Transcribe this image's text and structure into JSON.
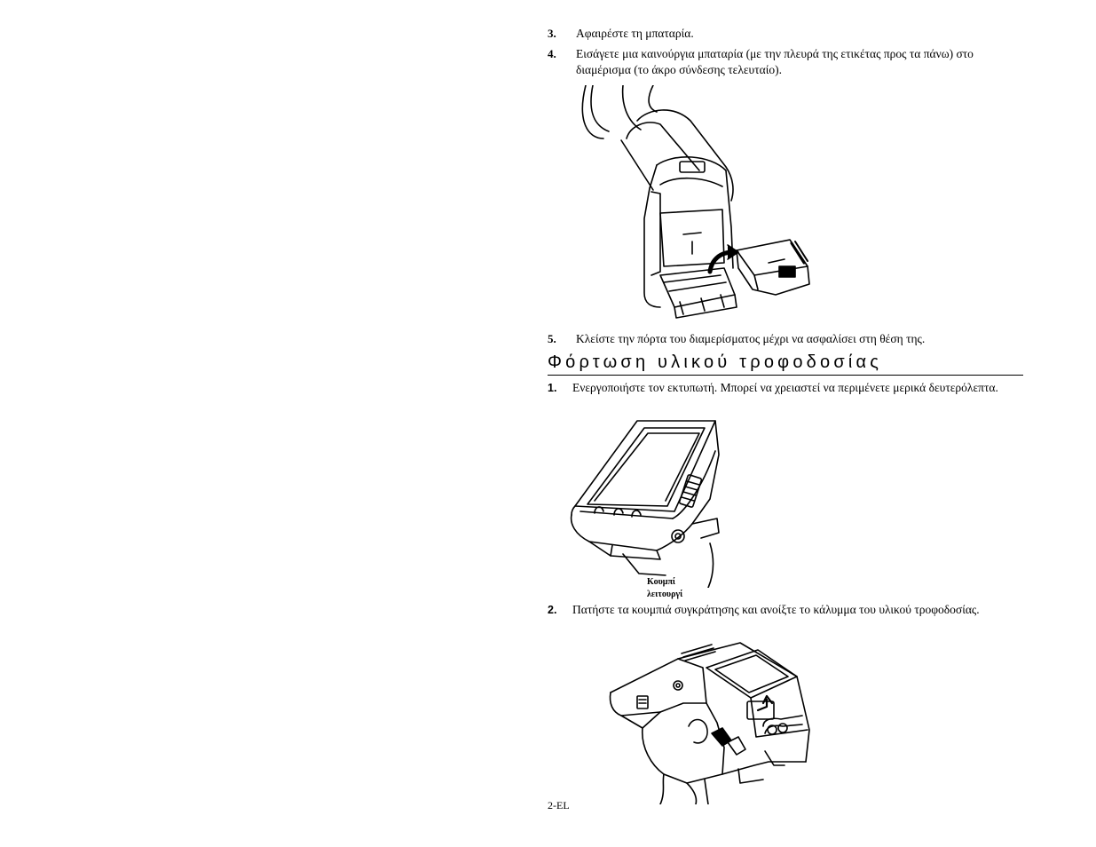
{
  "steps_battery": [
    {
      "num": "3.",
      "text": "Αφαιρέστε τη μπαταρία."
    },
    {
      "num": "4.",
      "text": "Εισάγετε μια καινούργια μπαταρία (με την πλευρά της ετικέτας προς τα πάνω) στο διαμέρισμα (το άκρο σύνδεσης τελευταίο)."
    },
    {
      "num": "5.",
      "text": "Κλείστε την πόρτα του διαμερίσματος μέχρι να ασφαλίσει στη θέση της."
    }
  ],
  "section": {
    "heading": "Φόρτωση υλικού τροφοδοσίας"
  },
  "steps_media": [
    {
      "num": "1.",
      "text": "Ενεργοποιήστε τον εκτυπωτή.  Μπορεί να χρειαστεί να περιμένετε μερικά δευτερόλεπτα."
    },
    {
      "num": "2.",
      "text": "Πατήστε τα κουμπιά συγκράτησης και ανοίξτε το κάλυμμα του υλικού τροφοδοσίας."
    }
  ],
  "figures": {
    "battery_insert": {
      "icon": "battery-insert-illustration"
    },
    "power_button": {
      "icon": "printer-power-button-illustration",
      "caption_line1": "Κουμπί",
      "caption_line2": "λειτουργί"
    },
    "open_cover": {
      "icon": "open-media-cover-illustration"
    }
  },
  "footer": {
    "page_number": "2-EL"
  }
}
